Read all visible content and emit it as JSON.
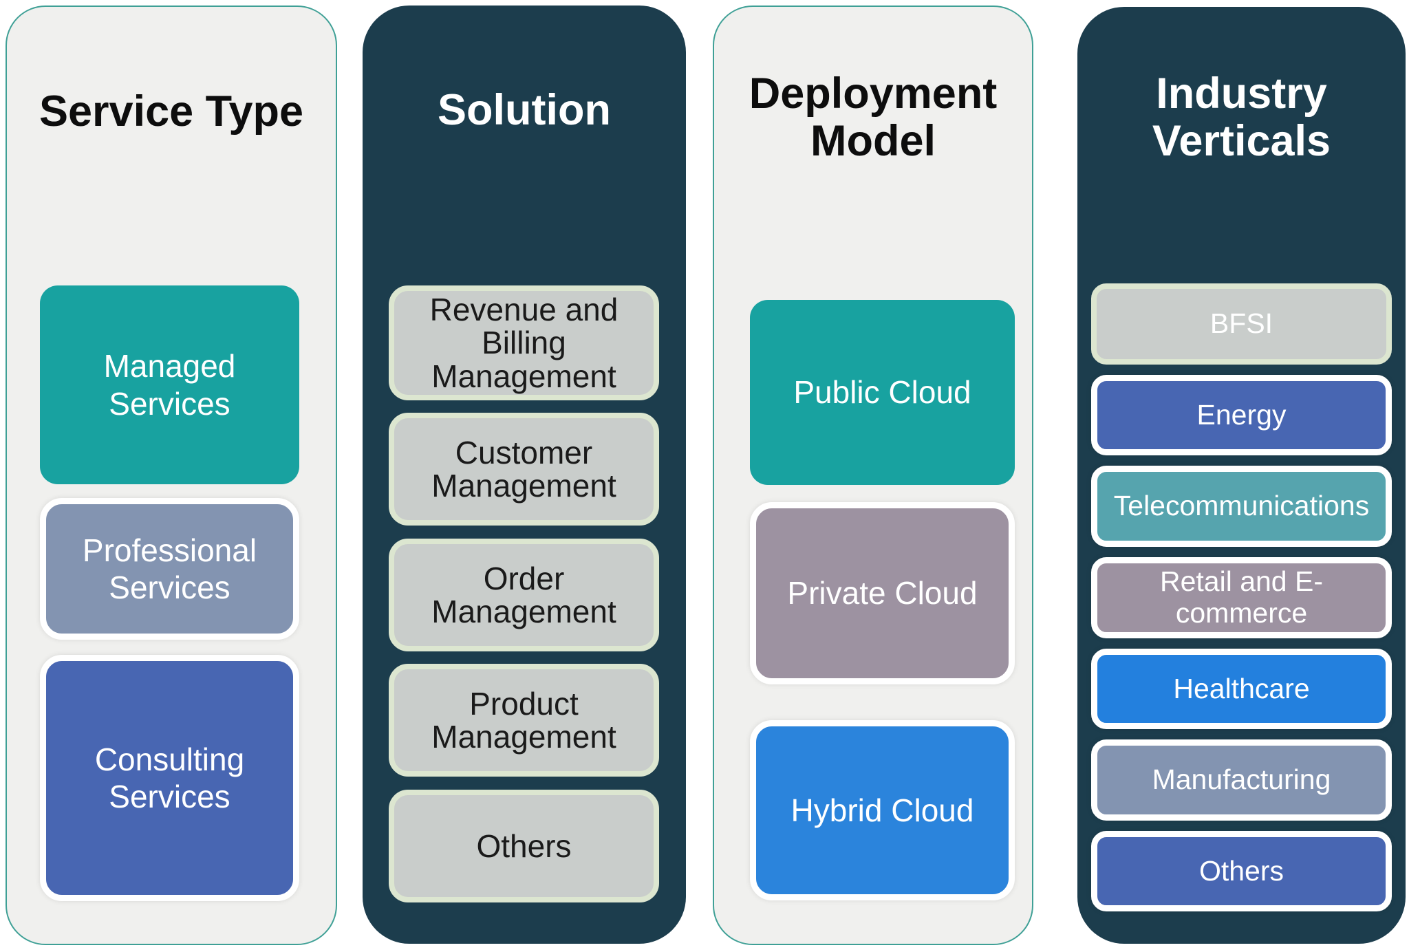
{
  "palette": {
    "page_background": "#FFFFFF",
    "panel_dark": "#1C3D4D",
    "panel_light": "#F0F0EE",
    "panel_light_border": "#3FA096",
    "teal": "#18A2A0",
    "slate_blue": "#8394B1",
    "indigo": "#4866B2",
    "light_gray_box": "#C9CDCB",
    "cream_border": "#DCE6D0",
    "white_border": "#FFFFFF",
    "mauve": "#9D92A1",
    "bright_blue": "#2B84DC",
    "healthcare_blue": "#2380DE",
    "telecom_teal": "#56A4AE",
    "dark_text": "#0D0D0D",
    "light_text": "#FFFFFF"
  },
  "columns": [
    {
      "header": "Service Type",
      "theme": "light",
      "items": [
        {
          "label": "Managed Services",
          "color": "#18A2A0"
        },
        {
          "label": "Professional Services",
          "color": "#8394B1"
        },
        {
          "label": "Consulting Services",
          "color": "#4866B2"
        }
      ]
    },
    {
      "header": "Solution",
      "theme": "dark",
      "items": [
        {
          "label": "Revenue and Billing Management",
          "color": "#C9CDCB"
        },
        {
          "label": "Customer Management",
          "color": "#C9CDCB"
        },
        {
          "label": "Order Management",
          "color": "#C9CDCB"
        },
        {
          "label": "Product Management",
          "color": "#C9CDCB"
        },
        {
          "label": "Others",
          "color": "#C9CDCB"
        }
      ]
    },
    {
      "header": "Deployment Model",
      "theme": "light",
      "items": [
        {
          "label": "Public Cloud",
          "color": "#18A2A0"
        },
        {
          "label": "Private Cloud",
          "color": "#9D92A1"
        },
        {
          "label": "Hybrid Cloud",
          "color": "#2B84DC"
        }
      ]
    },
    {
      "header": "Industry Verticals",
      "theme": "dark",
      "items": [
        {
          "label": "BFSI",
          "color": "#C9CDCB"
        },
        {
          "label": "Energy",
          "color": "#4866B2"
        },
        {
          "label": "Telecommunications",
          "color": "#56A4AE"
        },
        {
          "label": "Retail and E-commerce",
          "color": "#9D92A1"
        },
        {
          "label": "Healthcare",
          "color": "#2380DE"
        },
        {
          "label": "Manufacturing",
          "color": "#8394B1"
        },
        {
          "label": "Others",
          "color": "#4866B2"
        }
      ]
    }
  ]
}
